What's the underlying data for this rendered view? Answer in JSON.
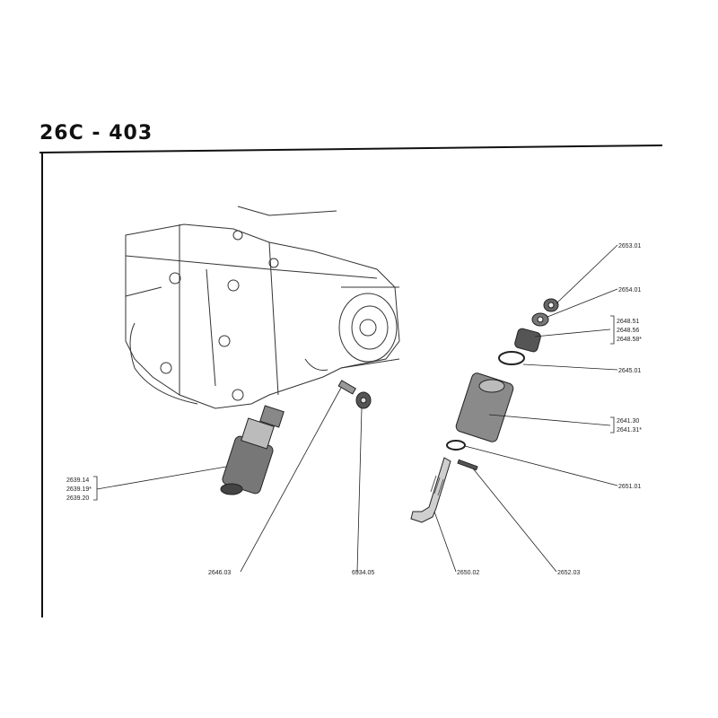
{
  "header": {
    "title": "26C - 403"
  },
  "parts": {
    "p2653_01": "2653.01",
    "p2654_01": "2654.01",
    "p2648_51": "2648.51",
    "p2648_56": "2648.56",
    "p2648_58": "2648.58*",
    "p2645_01": "2645.01",
    "p2641_30": "2641.30",
    "p2641_31": "2641.31*",
    "p2651_01": "2651.01",
    "p2652_03": "2652.03",
    "p2650_02": "2650.02",
    "p6934_05": "6934.05",
    "p2646_03": "2646.03",
    "p2639_14": "2639.14",
    "p2639_19": "2639.19*",
    "p2639_20": "2639.20"
  }
}
